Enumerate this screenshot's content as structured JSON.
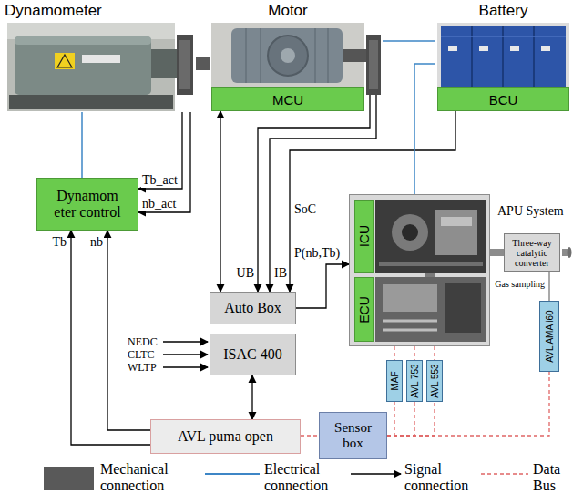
{
  "diagram": {
    "nodes": [
      {
        "text": [
          "Dynamometer"
        ]
      },
      {
        "text": [
          "Motor"
        ]
      },
      {
        "text": [
          "MCU"
        ],
        "in": 1
      },
      {
        "text": [
          "Battery"
        ]
      },
      {
        "text": [
          "BCU"
        ],
        "in": 3
      },
      {
        "text": [
          "Dynamom eter control"
        ]
      },
      {
        "text": [
          "APU System"
        ]
      },
      {
        "text": [
          "ICU"
        ],
        "in": 6
      },
      {
        "text": [
          "ECU"
        ],
        "in": 6
      },
      {
        "text": [
          "Three-way catalytic converter"
        ]
      },
      {
        "text": [
          "Auto Box"
        ]
      },
      {
        "text": [
          "ISAC 400"
        ]
      },
      {
        "text": [
          "AVL AMA i60"
        ]
      },
      {
        "text": [
          "MAF"
        ]
      },
      {
        "text": [
          "AVL 753"
        ]
      },
      {
        "text": [
          "AVL 553"
        ]
      },
      {
        "text": [
          "AVL puma open"
        ]
      },
      {
        "text": [
          "Sensor box"
        ]
      }
    ],
    "edges": [
      {
        "from": 0,
        "to": 1,
        "arrow": "none"
      },
      {
        "from": 1,
        "to": 3,
        "arrow": "none"
      },
      {
        "from": 0,
        "to": 5,
        "arrow": "none"
      },
      {
        "from": 0,
        "to": 5,
        "arrow": "to",
        "label": "Tb_act"
      },
      {
        "from": 0,
        "to": 5,
        "arrow": "to",
        "label": "nb_act"
      },
      {
        "from": 4,
        "to": 10,
        "arrow": "to",
        "label": "SoC"
      },
      {
        "from": 1,
        "to": 10,
        "arrow": "to",
        "label": "UB"
      },
      {
        "from": 1,
        "to": 10,
        "arrow": "to",
        "label": "IB"
      },
      {
        "from": 2,
        "to": 10,
        "arrow": "both"
      },
      {
        "from": 3,
        "to": 6,
        "arrow": "none"
      },
      {
        "from": 10,
        "to": 6,
        "arrow": "to",
        "label": "P(nb,Tb)"
      },
      {
        "from": 11,
        "to": 16,
        "arrow": "both"
      },
      {
        "from": 16,
        "to": 5,
        "arrow": "to",
        "label": "Tb"
      },
      {
        "from": 16,
        "to": 5,
        "arrow": "to",
        "label": "nb"
      },
      {
        "from": 6,
        "to": 9,
        "arrow": "none"
      },
      {
        "from": 9,
        "to": 12,
        "arrow": "none",
        "label": "Gas sampling"
      },
      {
        "from": 6,
        "to": 13,
        "arrow": "none"
      },
      {
        "from": 6,
        "to": 14,
        "arrow": "none"
      },
      {
        "from": 6,
        "to": 15,
        "arrow": "none"
      },
      {
        "from": 16,
        "to": 17,
        "arrow": "none"
      },
      {
        "from": 17,
        "to": 13,
        "arrow": "none"
      },
      {
        "from": 17,
        "to": 14,
        "arrow": "none"
      },
      {
        "from": 17,
        "to": 15,
        "arrow": "none"
      },
      {
        "from": 17,
        "to": 12,
        "arrow": "none"
      }
    ],
    "labels": [
      "NEDC",
      "CLTC",
      "WLTP"
    ],
    "legend": [
      {
        "text": "Mechanical connection",
        "color": "#595959"
      },
      {
        "text": "Electrical connection"
      },
      {
        "text": "Signal connection"
      },
      {
        "text": "Data Bus"
      }
    ]
  }
}
